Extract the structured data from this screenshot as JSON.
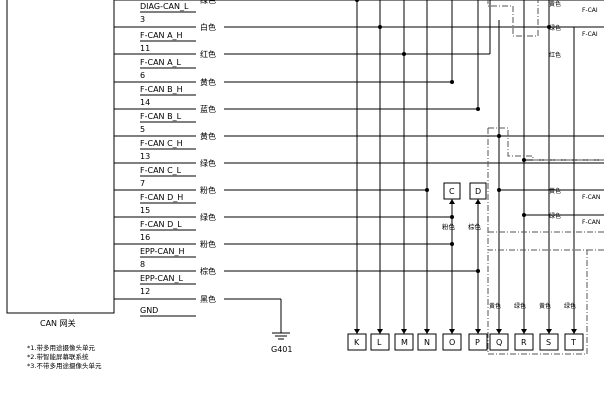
{
  "gateway": {
    "title": "CAN 网关",
    "rows": [
      {
        "name": "DIAG-CAN_L",
        "pin": "3",
        "color": "白色"
      },
      {
        "name": "F-CAN A_H",
        "pin": "11",
        "color": "红色"
      },
      {
        "name": "F-CAN A_L",
        "pin": "6",
        "color": "黄色"
      },
      {
        "name": "F-CAN B_H",
        "pin": "14",
        "color": "蓝色"
      },
      {
        "name": "F-CAN B_L",
        "pin": "5",
        "color": "黄色"
      },
      {
        "name": "F-CAN C_H",
        "pin": "13",
        "color": "绿色"
      },
      {
        "name": "F-CAN C_L",
        "pin": "7",
        "color": "粉色"
      },
      {
        "name": "F-CAN D_H",
        "pin": "15",
        "color": "绿色"
      },
      {
        "name": "F-CAN D_L",
        "pin": "16",
        "color": "粉色"
      },
      {
        "name": "EPP-CAN_H",
        "pin": "8",
        "color": "棕色"
      },
      {
        "name": "EPP-CAN_L",
        "pin": "12",
        "color": "黑色"
      },
      {
        "name": "GND",
        "pin": "",
        "color": ""
      }
    ],
    "top_color": "绿色"
  },
  "ground": {
    "label": "G401"
  },
  "footnotes": [
    "*1.带多用途摄像头单元",
    "*2.带智能屏幕联系统",
    "*3.不带多用途摄像头单元"
  ],
  "connectors_bottom": [
    "K",
    "L",
    "M",
    "N",
    "O",
    "P",
    "Q",
    "R",
    "S",
    "T"
  ],
  "connectors_mid": [
    "C",
    "D"
  ],
  "mid_colors": [
    "粉色",
    "棕色"
  ],
  "bottom_colors": [
    "黄色",
    "绿色",
    "黄色",
    "绿色"
  ],
  "right_top": [
    {
      "color": "黄色",
      "label": "F-CAI"
    },
    {
      "color": "绿色",
      "label": "F-CAI"
    },
    {
      "color": "红色",
      "label": ""
    }
  ],
  "right_mid": [
    {
      "color": "黄色",
      "label": "F-CAN"
    },
    {
      "color": "绿色",
      "label": "F-CAN"
    }
  ]
}
